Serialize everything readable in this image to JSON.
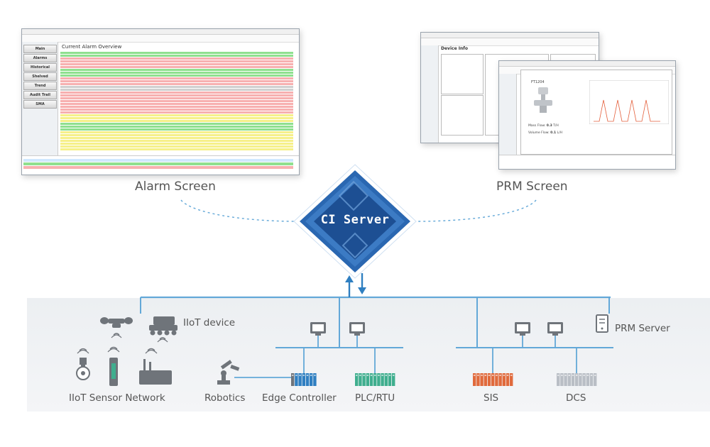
{
  "alarm_screen": {
    "caption": "Alarm Screen",
    "title": "Current Alarm Overview",
    "nav": [
      "Main",
      "Alarms",
      "Historical",
      "Shelved",
      "Trend",
      "Audit Trail",
      "SMA"
    ]
  },
  "prm_screen": {
    "caption": "PRM Screen",
    "header": "Device Info",
    "device_tag": "FT1204",
    "mass_flow_label": "Mass Flow:",
    "mass_flow_value": "0.3",
    "mass_flow_unit": "T/H",
    "volume_flow_label": "Volume Flow:",
    "volume_flow_value": "0.1",
    "volume_flow_unit": "L/H"
  },
  "server": {
    "label": "CI Server"
  },
  "nodes": {
    "iiot_device": "IIoT device",
    "iiot_sensor_network": "IIoT Sensor Network",
    "robotics": "Robotics",
    "edge_controller": "Edge Controller",
    "plc_rtu": "PLC/RTU",
    "sis": "SIS",
    "dcs": "DCS",
    "prm_server": "PRM Server"
  },
  "colors": {
    "network_line": "#63a8d8",
    "server_blue": "#1f5ea8",
    "plc_green": "#3fae8e",
    "sis_orange": "#e06a3c",
    "dcs_gray": "#b9bec5",
    "edge_blue": "#2f7fc1",
    "icon_gray": "#6f747a"
  }
}
